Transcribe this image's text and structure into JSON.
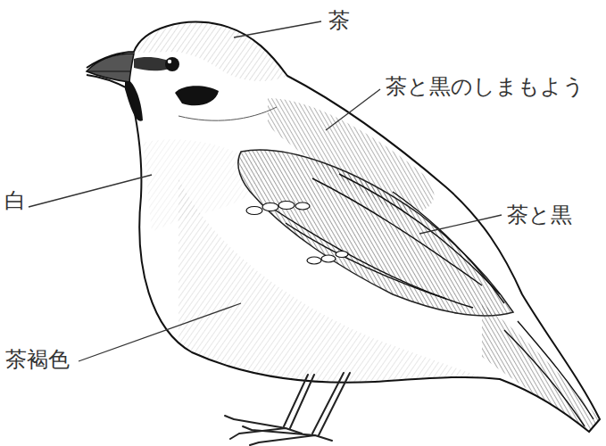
{
  "diagram": {
    "labels": [
      "茶",
      "茶と黒のしまもよう",
      "白",
      "茶と黒",
      "茶褐色"
    ]
  }
}
